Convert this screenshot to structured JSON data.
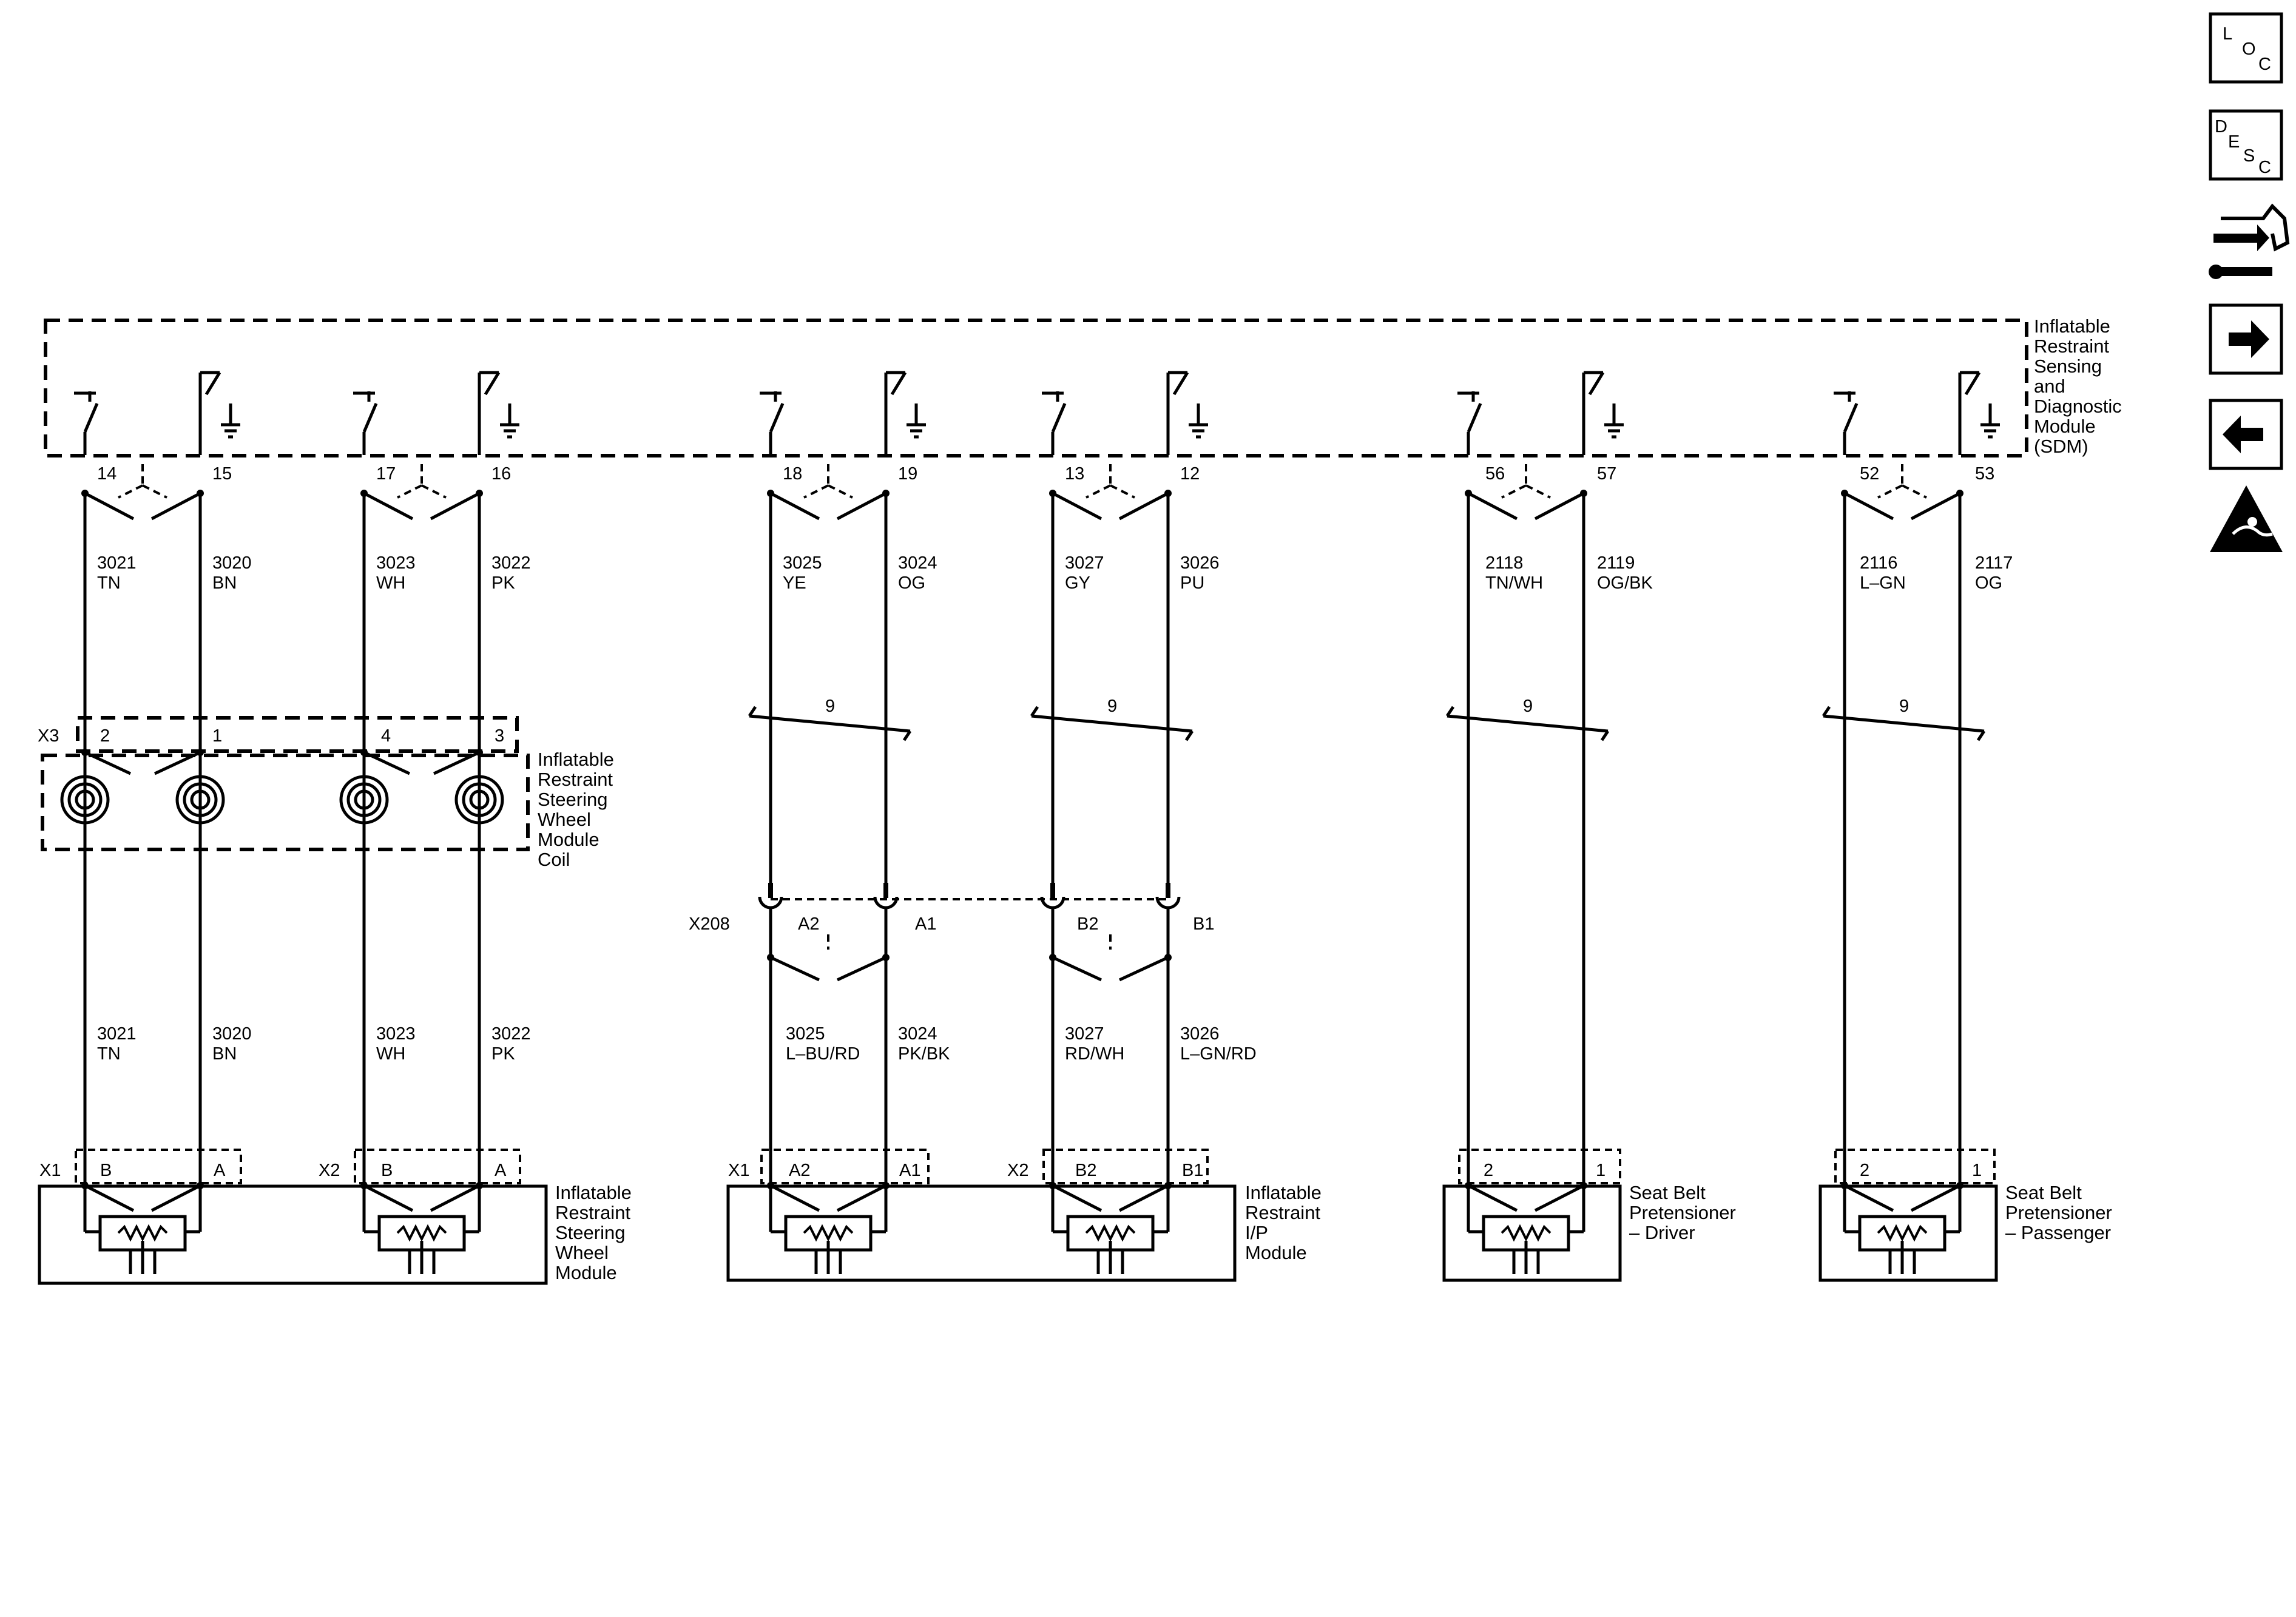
{
  "sdm": {
    "label": [
      "Inflatable",
      "Restraint",
      "Sensing",
      "and",
      "Diagnostic",
      "Module",
      "(SDM)"
    ]
  },
  "circuits": [
    {
      "pins": [
        "14",
        "15"
      ],
      "upper_circuit": [
        "3021",
        "3020"
      ],
      "upper_color": [
        "TN",
        "BN"
      ],
      "lower_circuit": [
        "3021",
        "3020"
      ],
      "lower_color": [
        "TN",
        "BN"
      ],
      "coil_pins": [
        "2",
        "1"
      ],
      "module_pins": [
        "B",
        "A"
      ],
      "module_conn": "X1"
    },
    {
      "pins": [
        "17",
        "16"
      ],
      "upper_circuit": [
        "3023",
        "3022"
      ],
      "upper_color": [
        "WH",
        "PK"
      ],
      "lower_circuit": [
        "3023",
        "3022"
      ],
      "lower_color": [
        "WH",
        "PK"
      ],
      "coil_pins": [
        "4",
        "3"
      ],
      "module_pins": [
        "B",
        "A"
      ],
      "module_conn": "X2"
    },
    {
      "pins": [
        "18",
        "19"
      ],
      "upper_circuit": [
        "3025",
        "3024"
      ],
      "upper_color": [
        "YE",
        "OG"
      ],
      "twist": "9",
      "inline_pins": [
        "A2",
        "A1"
      ],
      "lower_circuit": [
        "3025",
        "3024"
      ],
      "lower_color": [
        "L–BU/RD",
        "PK/BK"
      ],
      "module_pins": [
        "A2",
        "A1"
      ],
      "module_conn": "X1"
    },
    {
      "pins": [
        "13",
        "12"
      ],
      "upper_circuit": [
        "3027",
        "3026"
      ],
      "upper_color": [
        "GY",
        "PU"
      ],
      "twist": "9",
      "inline_pins": [
        "B2",
        "B1"
      ],
      "lower_circuit": [
        "3027",
        "3026"
      ],
      "lower_color": [
        "RD/WH",
        "L–GN/RD"
      ],
      "module_pins": [
        "B2",
        "B1"
      ],
      "module_conn": "X2"
    },
    {
      "pins": [
        "56",
        "57"
      ],
      "upper_circuit": [
        "2118",
        "2119"
      ],
      "upper_color": [
        "TN/WH",
        "OG/BK"
      ],
      "twist": "9",
      "module_pins": [
        "2",
        "1"
      ]
    },
    {
      "pins": [
        "52",
        "53"
      ],
      "upper_circuit": [
        "2116",
        "2117"
      ],
      "upper_color": [
        "L–GN",
        "OG"
      ],
      "twist": "9",
      "module_pins": [
        "2",
        "1"
      ]
    }
  ],
  "coil": {
    "connector": "X3",
    "label": [
      "Inflatable",
      "Restraint",
      "Steering",
      "Wheel",
      "Module",
      "Coil"
    ]
  },
  "inline_connector": {
    "name": "X208"
  },
  "modules": {
    "steering_wheel": [
      "Inflatable",
      "Restraint",
      "Steering",
      "Wheel",
      "Module"
    ],
    "ip": [
      "Inflatable",
      "Restraint",
      "I/P",
      "Module"
    ],
    "driver": [
      "Seat Belt",
      "Pretensioner",
      "– Driver"
    ],
    "passenger": [
      "Seat Belt",
      "Pretensioner",
      "– Passenger"
    ]
  },
  "nav": {
    "loc": [
      "L",
      "O",
      "C"
    ],
    "desc": [
      "D",
      "E",
      "S",
      "C"
    ],
    "icons": [
      "connector-wrench-icon",
      "arrow-right-icon",
      "arrow-left-icon",
      "esd-warning-icon"
    ]
  }
}
